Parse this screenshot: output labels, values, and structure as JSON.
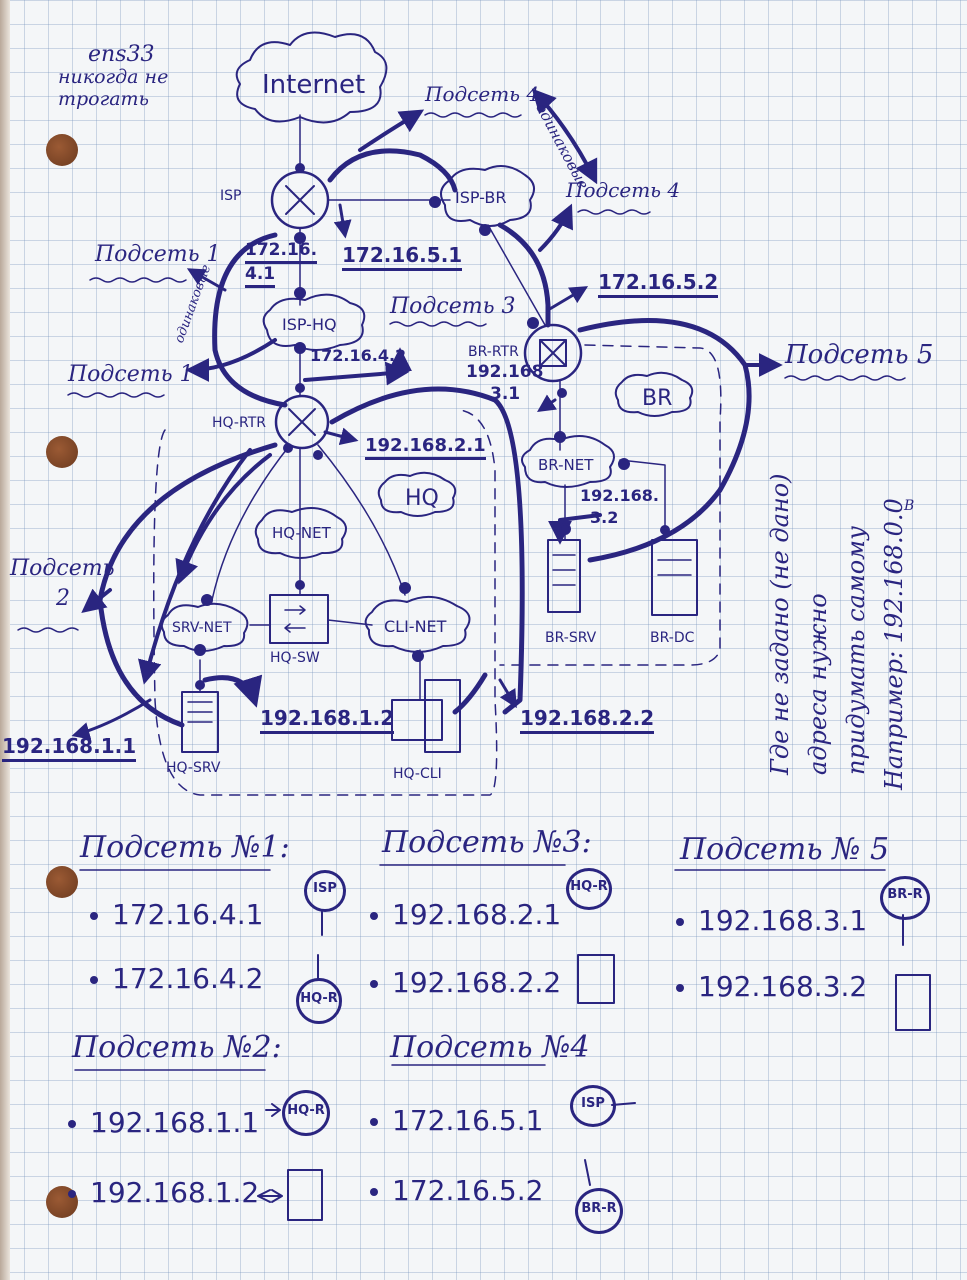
{
  "notes": {
    "ens33": "ens33",
    "never_touch": "никогда не трогать",
    "identical": "одинаковые",
    "identical_left": "одинаковые",
    "side_note_1": "Где не задано (не дано)",
    "side_note_2": "адреса нужно",
    "side_note_3": "придумать самому",
    "side_note_4": "Например: 192.168.0.0",
    "side_note_sup": "B"
  },
  "clouds": {
    "internet": "Internet",
    "isp_br": "ISP-BR",
    "isp_hq": "ISP-HQ",
    "br_net": "BR-NET",
    "hq_net": "HQ-NET",
    "srv_net": "SRV-NET",
    "cli_net": "CLI-NET",
    "br": "BR",
    "hq": "HQ"
  },
  "devices": {
    "isp": "ISP",
    "hq_rtr": "HQ-RTR",
    "br_rtr": "BR-RTR",
    "hq_sw": "HQ-SW",
    "hq_srv": "HQ-SRV",
    "hq_cli": "HQ-CLI",
    "br_srv": "BR-SRV",
    "br_dc": "BR-DC"
  },
  "subnet_tags": {
    "s4_top": "Подсеть 4",
    "s4_right": "Подсеть 4",
    "s1_top": "Подсеть 1",
    "s1_left": "Подсеть 1",
    "s3": "Подсеть 3",
    "s5": "Подсеть 5",
    "s2": "Подсеть",
    "s2_num": "2"
  },
  "addresses": {
    "isp_hq_a": "172.16.",
    "isp_hq_b": "4.1",
    "isp_br": "172.16.5.1",
    "br_wan": "172.16.5.2",
    "hq_wan": "172.16.4.2",
    "br_lan_a": "192.168",
    "br_lan_b": "3.1",
    "hq_cli_gw": "192.168.2.1",
    "br_srv_a": "192.168.",
    "br_srv_b": "3.2",
    "hq_srv": "192.168.1.2",
    "hq_cli": "192.168.2.2",
    "hq_srv_gw": "192.168.1.1"
  },
  "tables": {
    "n1": {
      "title": "Подсеть №1:",
      "rows": [
        "172.16.4.1",
        "172.16.4.2"
      ],
      "tags": [
        "ISP",
        "HQ-R"
      ]
    },
    "n2": {
      "title": "Подсеть №2:",
      "rows": [
        "192.168.1.1",
        "192.168.1.2"
      ],
      "tags": [
        "HQ-R",
        ""
      ]
    },
    "n3": {
      "title": "Подсеть №3:",
      "rows": [
        "192.168.2.1",
        "192.168.2.2"
      ],
      "tags": [
        "HQ-R",
        ""
      ]
    },
    "n4": {
      "title": "Подсеть №4",
      "rows": [
        "172.16.5.1",
        "172.16.5.2"
      ],
      "tags": [
        "ISP",
        "BR-R"
      ]
    },
    "n5": {
      "title": "Подсеть № 5",
      "rows": [
        "192.168.3.1",
        "192.168.3.2"
      ],
      "tags": [
        "BR-R",
        ""
      ]
    }
  }
}
